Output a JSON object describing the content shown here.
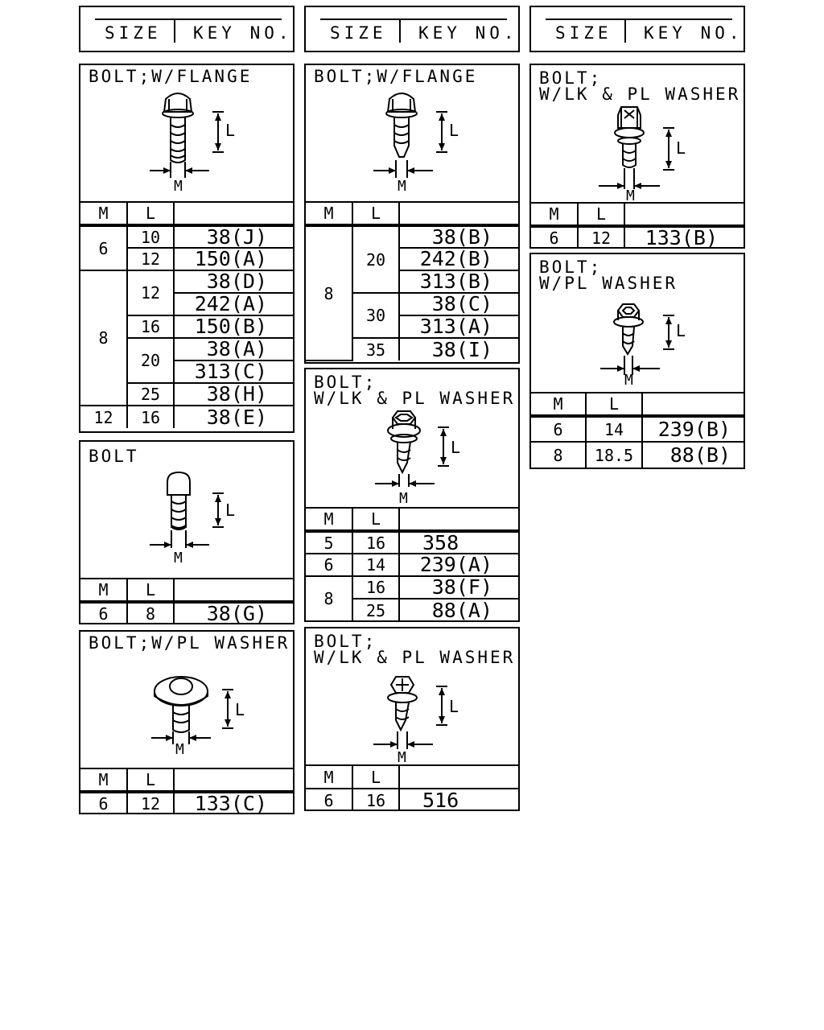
{
  "header": {
    "size": "SIZE",
    "key": "KEY NO."
  },
  "column_labels": {
    "m": "M",
    "l": "L"
  },
  "dims": {
    "m": "M",
    "l": "L"
  },
  "p1": {
    "title": "BOLT;W/FLANGE",
    "rows": [
      [
        "6",
        "10",
        "38(J)"
      ],
      [
        "12",
        "150(A)"
      ],
      [
        "8",
        "12",
        "38(D)"
      ],
      [
        "242(A)"
      ],
      [
        "16",
        "150(B)"
      ],
      [
        "20",
        "38(A)"
      ],
      [
        "313(C)"
      ],
      [
        "25",
        "38(H)"
      ],
      [
        "12",
        "16",
        "38(E)"
      ]
    ]
  },
  "p2": {
    "title": "BOLT",
    "rows": [
      [
        "6",
        "8",
        "38(G)"
      ]
    ]
  },
  "p3": {
    "title": "BOLT;W/PL WASHER",
    "rows": [
      [
        "6",
        "12",
        "133(C)"
      ]
    ]
  },
  "p4": {
    "title": "BOLT;W/FLANGE",
    "rows": [
      [
        "8",
        "20",
        "38(B)"
      ],
      [
        "242(B)"
      ],
      [
        "313(B)"
      ],
      [
        "30",
        "38(C)"
      ],
      [
        "313(A)"
      ],
      [
        "35",
        "38(I)"
      ]
    ]
  },
  "p5": {
    "title_l1": "BOLT;",
    "title_l2": "W/LK & PL WASHER",
    "rows": [
      [
        "5",
        "16",
        "358"
      ],
      [
        "6",
        "14",
        "239(A)"
      ],
      [
        "8",
        "16",
        "38(F)"
      ],
      [
        "25",
        "88(A)"
      ]
    ]
  },
  "p6": {
    "title_l1": "BOLT;",
    "title_l2": "W/LK & PL WASHER",
    "rows": [
      [
        "6",
        "16",
        "516"
      ]
    ]
  },
  "p7": {
    "title_l1": "BOLT;",
    "title_l2": "W/LK & PL WASHER",
    "rows": [
      [
        "6",
        "12",
        "133(B)"
      ]
    ]
  },
  "p8": {
    "title_l1": "BOLT;",
    "title_l2": "W/PL WASHER",
    "rows": [
      [
        "6",
        "14",
        "239(B)"
      ],
      [
        "8",
        "18.5",
        "88(B)"
      ]
    ]
  }
}
